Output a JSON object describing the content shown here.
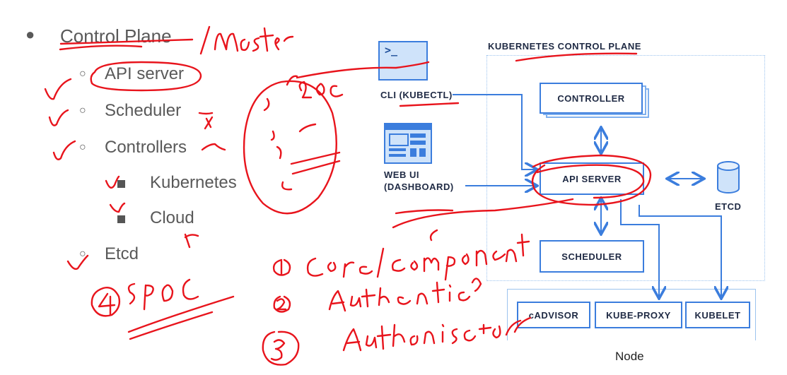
{
  "outline": {
    "level1": "Control Plane",
    "level2": [
      "API server",
      "Scheduler",
      "Controllers"
    ],
    "level3": [
      "Kubernetes",
      "Cloud"
    ],
    "level2_last": "Etcd"
  },
  "diagram": {
    "title": "KUBERNETES CONTROL PLANE",
    "cli_label": "CLI (KUBECTL)",
    "webui_label_1": "WEB UI",
    "webui_label_2": "(DASHBOARD)",
    "controller": "CONTROLLER",
    "api_server": "API SERVER",
    "scheduler": "SCHEDULER",
    "etcd": "ETCD",
    "node_items": [
      "cADVISOR",
      "KUBE-PROXY",
      "KUBELET"
    ],
    "node_label": "Node"
  },
  "colors": {
    "accent_blue": "#3b7ddd",
    "annotation_red": "#e8141c"
  },
  "icons": [
    "terminal-icon",
    "dashboard-icon",
    "database-icon"
  ]
}
